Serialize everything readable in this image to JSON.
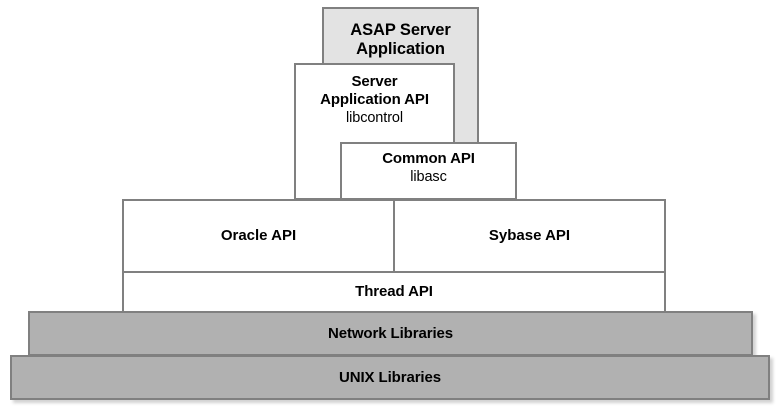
{
  "diagram": {
    "kind": "layered-architecture-stack",
    "colors": {
      "shaded_fill": "#e3e3e3",
      "library_fill": "#b1b1b1",
      "box_fill": "#ffffff",
      "border": "#808080",
      "text": "#000000",
      "background": "#ffffff"
    },
    "layers": [
      {
        "id": "asap-server-application",
        "title": "ASAP Server\nApplication",
        "title_line1": "ASAP Server",
        "title_line2": "Application",
        "sub": "",
        "fill": "#e3e3e3"
      },
      {
        "id": "server-application-api",
        "title_line1": "Server",
        "title_line2": "Application API",
        "sub": "libcontrol",
        "fill": "#ffffff"
      },
      {
        "id": "common-api",
        "title_line1": "Common API",
        "sub": "libasc",
        "fill": "#ffffff"
      },
      {
        "id": "oracle-api",
        "title_line1": "Oracle API",
        "sub": "",
        "fill": "#ffffff"
      },
      {
        "id": "sybase-api",
        "title_line1": "Sybase API",
        "sub": "",
        "fill": "#ffffff"
      },
      {
        "id": "thread-api",
        "title_line1": "Thread API",
        "sub": "",
        "fill": "#ffffff"
      },
      {
        "id": "network-libraries",
        "title_line1": "Network Libraries",
        "sub": "",
        "fill": "#b1b1b1"
      },
      {
        "id": "unix-libraries",
        "title_line1": "UNIX Libraries",
        "sub": "",
        "fill": "#b1b1b1"
      }
    ]
  }
}
